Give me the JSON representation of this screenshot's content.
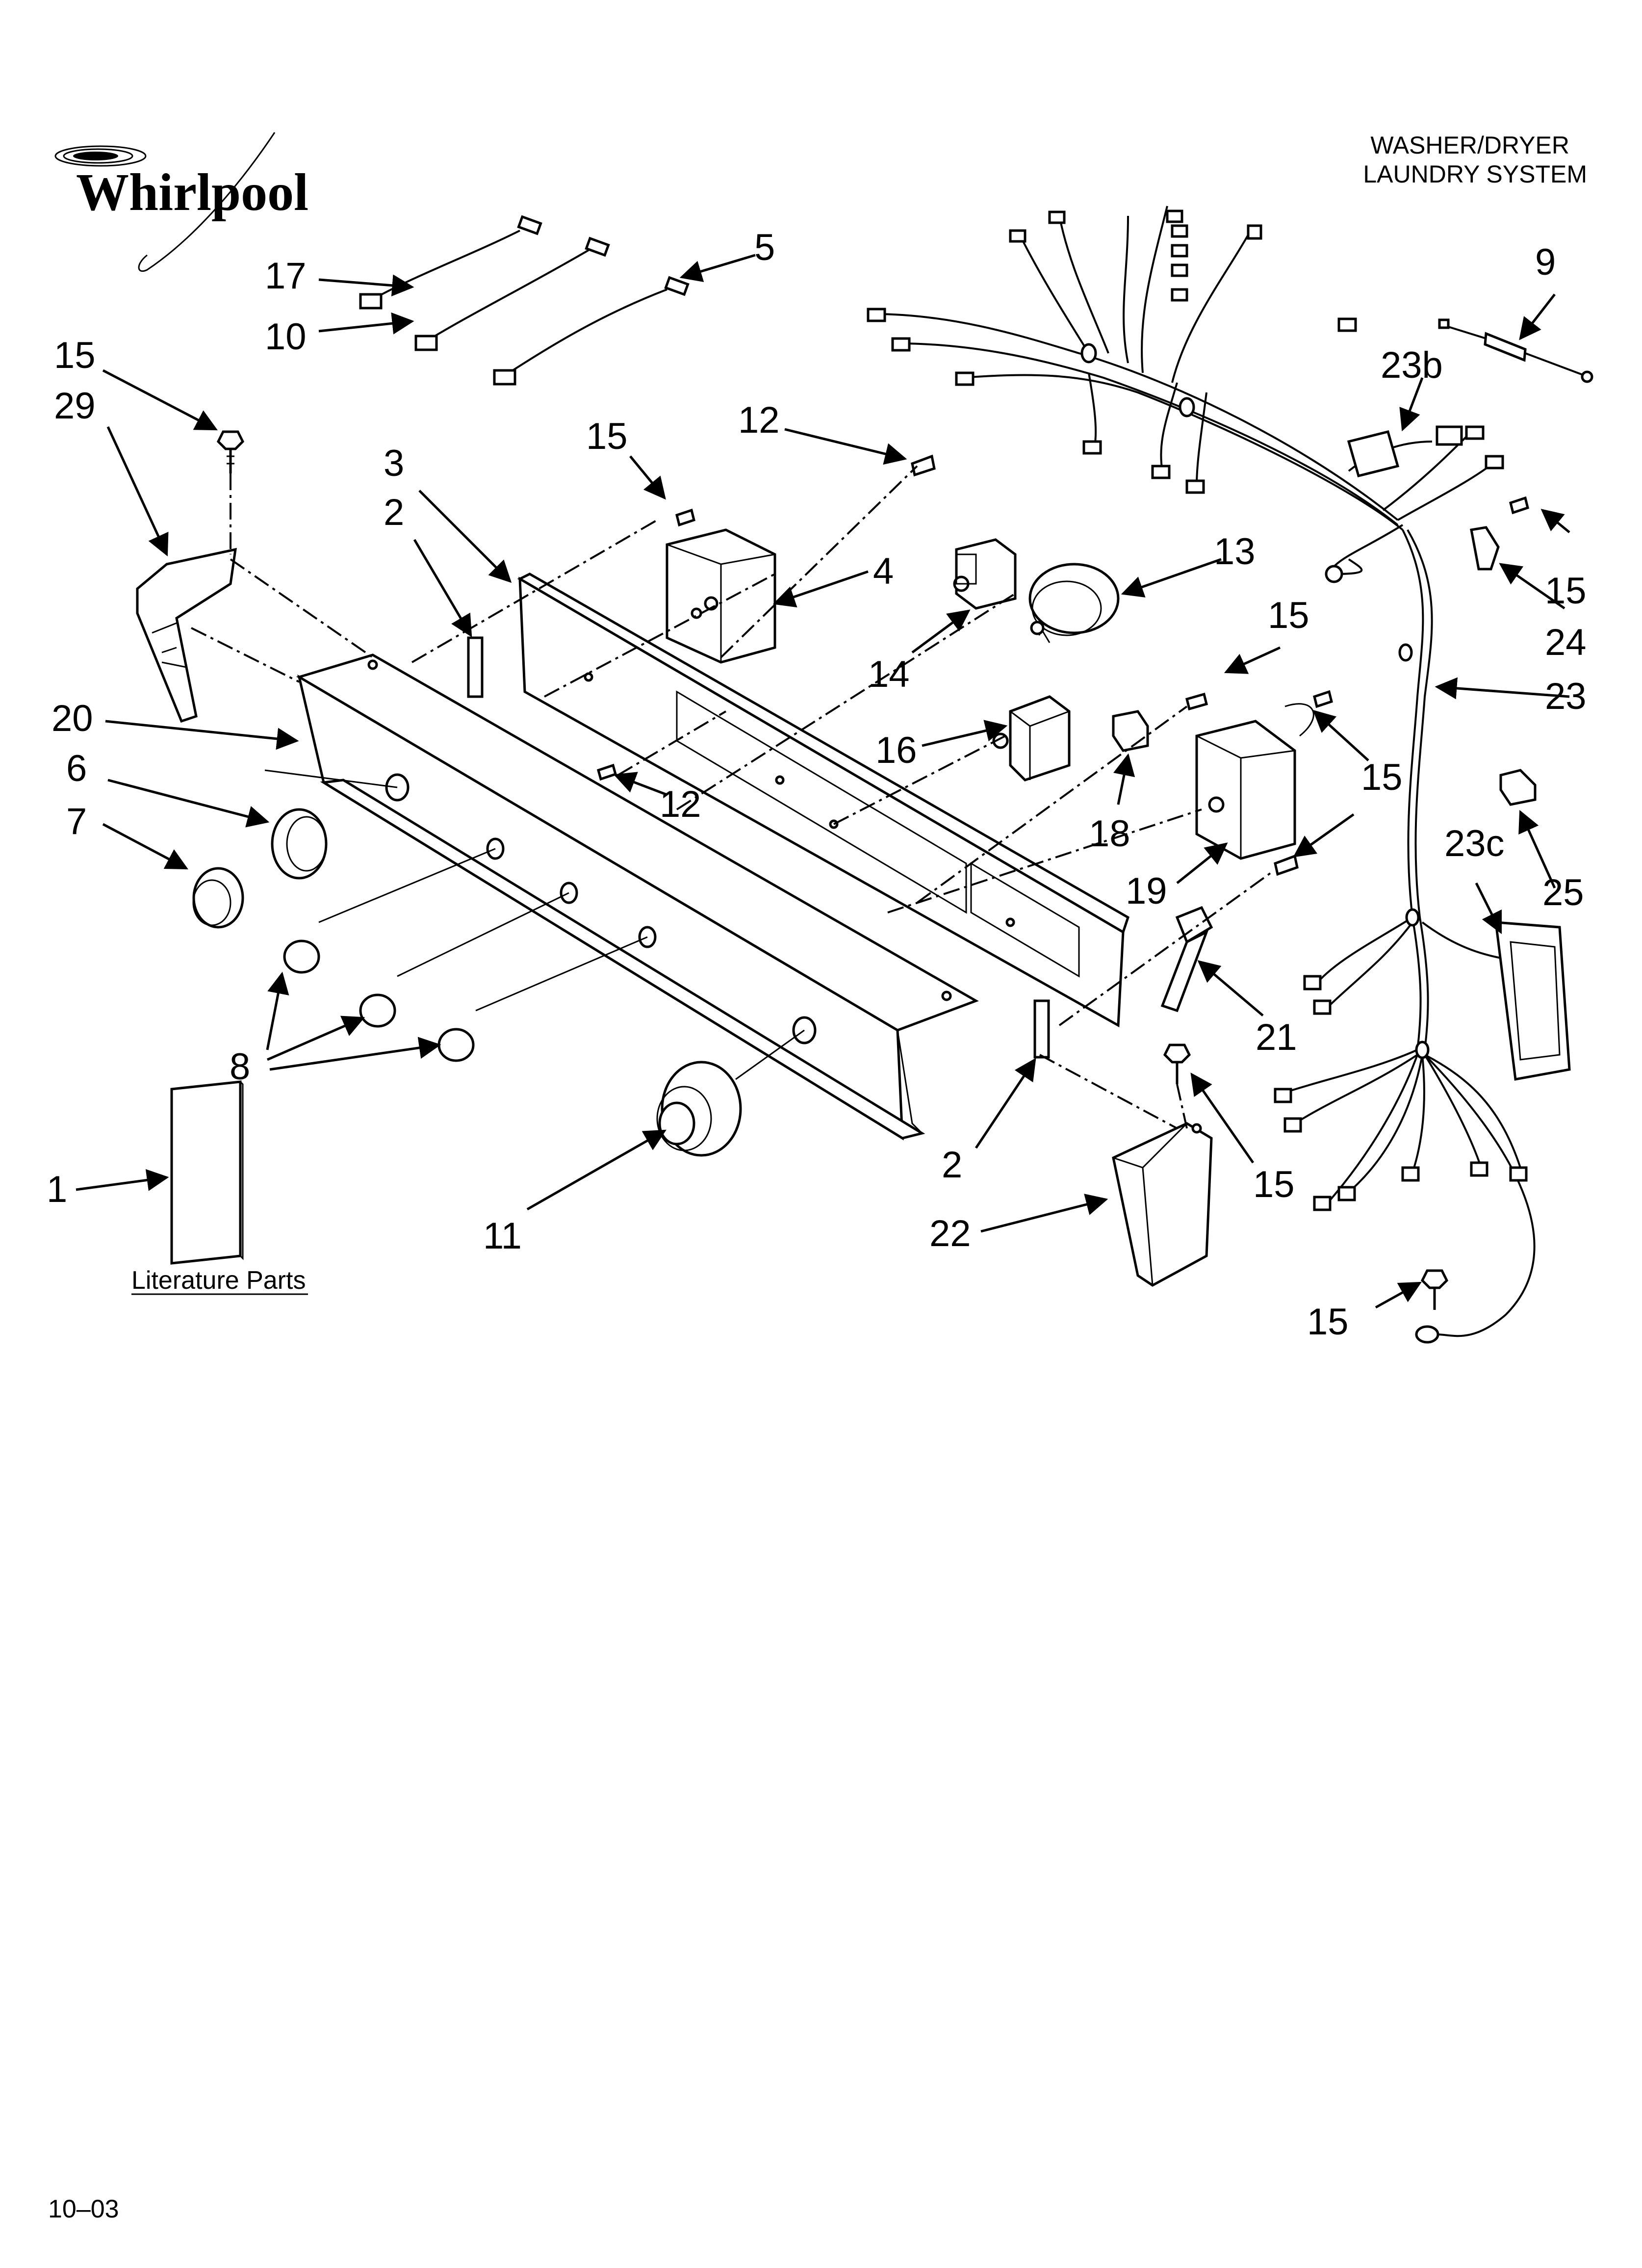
{
  "brand": "Whirlpool",
  "header": {
    "line1": "WASHER/DRYER",
    "line2": "LAUNDRY SYSTEM"
  },
  "footer": {
    "date_code": "10–03"
  },
  "literature_caption": "Literature Parts",
  "callouts": {
    "c17": "17",
    "c10": "10",
    "c5": "5",
    "c9": "9",
    "c15_top": "15",
    "c29": "29",
    "c15_b": "15",
    "c12_top": "12",
    "c3": "3",
    "c2_left": "2",
    "c4": "4",
    "c13": "13",
    "c14": "14",
    "c23b": "23b",
    "c15_c": "15",
    "c24": "24",
    "c23": "23",
    "c15_d": "15",
    "c20": "20",
    "c6": "6",
    "c7": "7",
    "c12_mid": "12",
    "c16": "16",
    "c18": "18",
    "c15_e": "15",
    "c19": "19",
    "c23c": "23c",
    "c25": "25",
    "c21": "21",
    "c8": "8",
    "c1": "1",
    "c11": "11",
    "c2_right": "2",
    "c22": "22",
    "c15_f": "15",
    "c15_g": "15"
  },
  "colors": {
    "ink": "#000000",
    "paper": "#ffffff"
  }
}
